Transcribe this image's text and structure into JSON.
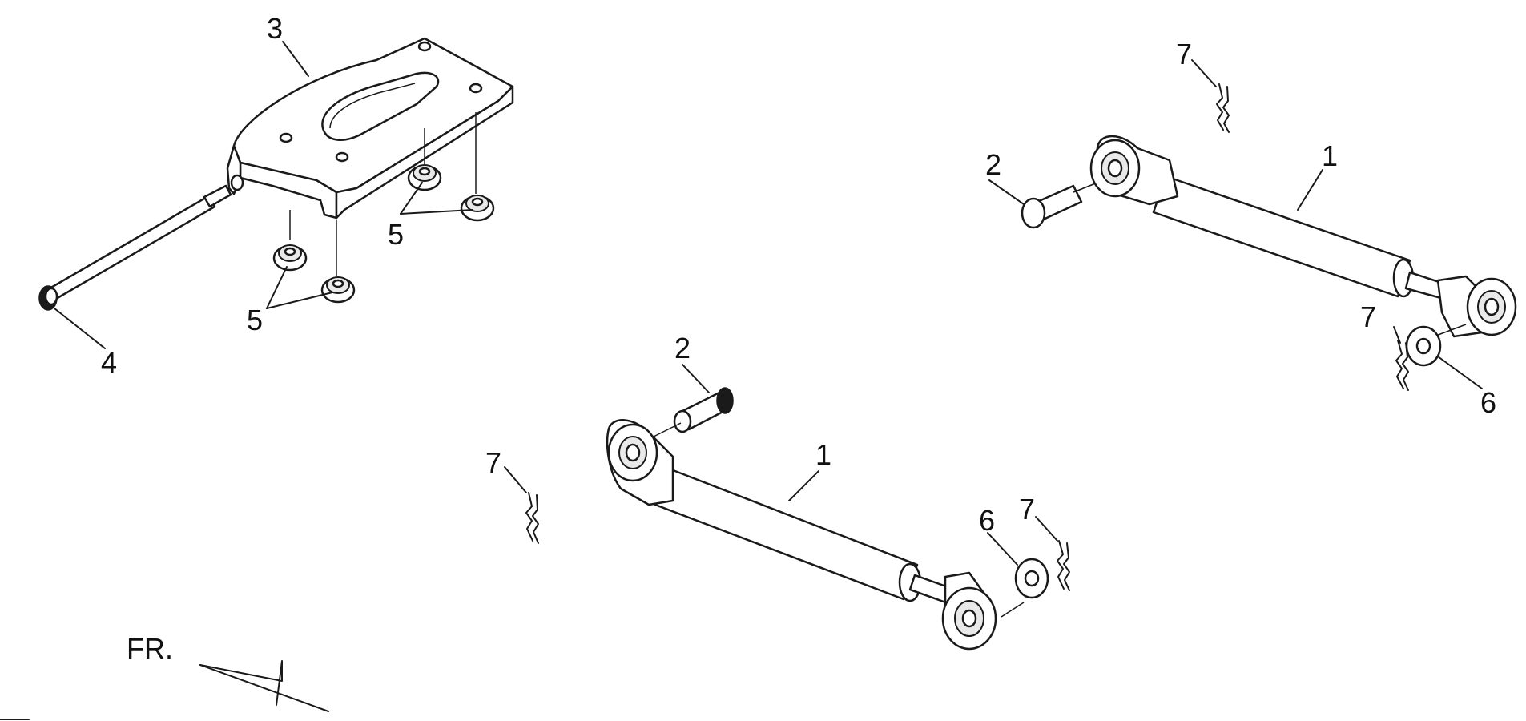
{
  "direction_label": "FR.",
  "callouts": {
    "c1a": "1",
    "c1b": "1",
    "c2a": "2",
    "c2b": "2",
    "c3": "3",
    "c4": "4",
    "c5a": "5",
    "c5b": "5",
    "c6a": "6",
    "c6b": "6",
    "c7a": "7",
    "c7b": "7",
    "c7c": "7",
    "c7d": "7"
  }
}
